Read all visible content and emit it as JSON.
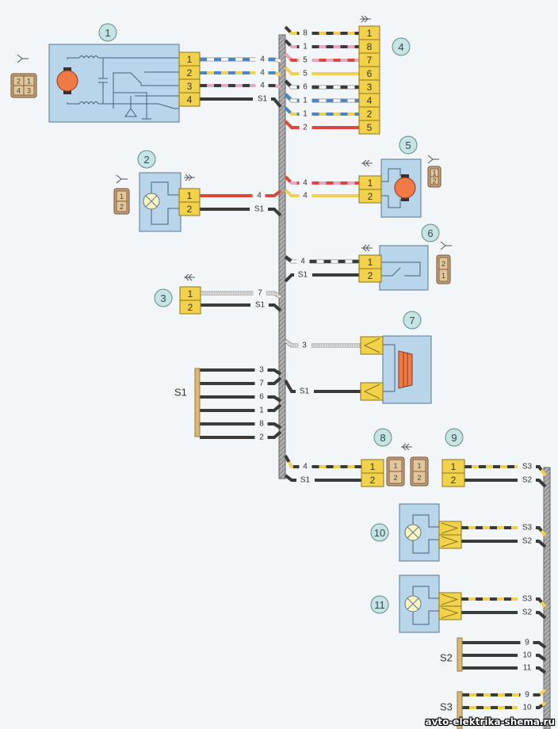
{
  "title": "Wiring diagram",
  "colors": {
    "background": "#f3f6f8",
    "component_fill": "#b9d5ea",
    "component_stroke": "#5a7690",
    "connector_fill": "#f2d24a",
    "connector_stroke": "#8a7420",
    "plug_fill": "#c7a27c",
    "plug_stroke": "#6d4e33",
    "motor": "#ef7a45",
    "lamp": "#fdf4c0",
    "harness": "#9a9a9a",
    "callout_fill": "#c8e4e2",
    "callout_stroke": "#5d8a8a",
    "wire_black": "#3a3a3a",
    "wire_red": "#e0463c",
    "wire_yellow": "#f0d050",
    "wire_pink": "#e6a6c4",
    "wire_blue": "#4a86c6",
    "wire_white": "#ffffff",
    "wire_grey": "#c8c8c8",
    "splice_fill": "#d9b87a"
  },
  "components": [
    {
      "id": "1",
      "label": "1",
      "pins": [
        "1",
        "2",
        "3",
        "4"
      ],
      "plug_pins": [
        "2",
        "1",
        "4",
        "3"
      ],
      "wires": [
        {
          "pin": "1",
          "tag": "4",
          "color": "white-blue"
        },
        {
          "pin": "2",
          "tag": "4",
          "color": "yellow-blue"
        },
        {
          "pin": "3",
          "tag": "4",
          "color": "pink-black"
        },
        {
          "pin": "4",
          "tag": "S1",
          "color": "black"
        }
      ]
    },
    {
      "id": "2",
      "label": "2",
      "pins": [
        "1",
        "2"
      ],
      "plug_pins": [
        "1",
        "2"
      ],
      "wires": [
        {
          "pin": "1",
          "tag": "4",
          "color": "red"
        },
        {
          "pin": "2",
          "tag": "S1",
          "color": "black"
        }
      ]
    },
    {
      "id": "3",
      "label": "3",
      "pins": [
        "1",
        "2"
      ],
      "wires": [
        {
          "pin": "1",
          "tag": "7",
          "color": "grey"
        },
        {
          "pin": "2",
          "tag": "S1",
          "color": "black"
        }
      ]
    },
    {
      "id": "4",
      "label": "4",
      "pins": [
        "1",
        "8",
        "7",
        "6",
        "3",
        "4",
        "2",
        "5"
      ],
      "wires": [
        {
          "pin": "1",
          "tag": "8",
          "color": "yellow-black"
        },
        {
          "pin": "8",
          "tag": "1",
          "color": "pink-black"
        },
        {
          "pin": "7",
          "tag": "5",
          "color": "red-pink"
        },
        {
          "pin": "6",
          "tag": "5",
          "color": "yellow"
        },
        {
          "pin": "3",
          "tag": "6",
          "color": "white-black"
        },
        {
          "pin": "4",
          "tag": "1",
          "color": "white-blue"
        },
        {
          "pin": "2",
          "tag": "1",
          "color": "yellow-blue"
        },
        {
          "pin": "5",
          "tag": "2",
          "color": "red"
        }
      ]
    },
    {
      "id": "5",
      "label": "5",
      "pins": [
        "1",
        "2"
      ],
      "plug_pins": [
        "1",
        "2"
      ],
      "wires": [
        {
          "pin": "1",
          "tag": "4",
          "color": "pink-red"
        },
        {
          "pin": "2",
          "tag": "4",
          "color": "yellow"
        }
      ]
    },
    {
      "id": "6",
      "label": "6",
      "pins": [
        "1",
        "2"
      ],
      "plug_pins": [
        "2",
        "1"
      ],
      "wires": [
        {
          "pin": "1",
          "tag": "4",
          "color": "white-black"
        },
        {
          "pin": "2",
          "tag": "S1",
          "color": "black"
        }
      ]
    },
    {
      "id": "7",
      "label": "7",
      "wires": [
        {
          "tag": "3",
          "color": "grey"
        },
        {
          "tag": "S1",
          "color": "black"
        }
      ]
    },
    {
      "id": "8",
      "label": "8",
      "pins": [
        "1",
        "2"
      ],
      "plug_pins": [
        "1",
        "2"
      ],
      "wires": [
        {
          "pin": "1",
          "tag": "4",
          "color": "yellow-black"
        },
        {
          "pin": "2",
          "tag": "S1",
          "color": "black"
        }
      ]
    },
    {
      "id": "9",
      "label": "9",
      "pins": [
        "1",
        "2"
      ],
      "plug_pins": [
        "1",
        "2"
      ],
      "wires": [
        {
          "pin": "1",
          "tag": "S3",
          "color": "yellow-black"
        },
        {
          "pin": "2",
          "tag": "S2",
          "color": "black"
        }
      ]
    },
    {
      "id": "10",
      "label": "10",
      "wires": [
        {
          "tag": "S3",
          "color": "yellow-black"
        },
        {
          "tag": "S2",
          "color": "black"
        }
      ]
    },
    {
      "id": "11",
      "label": "11",
      "wires": [
        {
          "tag": "S3",
          "color": "yellow-black"
        },
        {
          "tag": "S2",
          "color": "black"
        }
      ]
    }
  ],
  "splices": [
    {
      "label": "S1",
      "color": "black",
      "wires": [
        "3",
        "7",
        "6",
        "1",
        "8",
        "2"
      ]
    },
    {
      "label": "S2",
      "color": "black",
      "wires": [
        "9",
        "10",
        "11"
      ]
    },
    {
      "label": "S3",
      "color": "yellow-black",
      "wires": [
        "9",
        "10"
      ]
    }
  ],
  "watermark": "avto-elektrika-shema.ru"
}
